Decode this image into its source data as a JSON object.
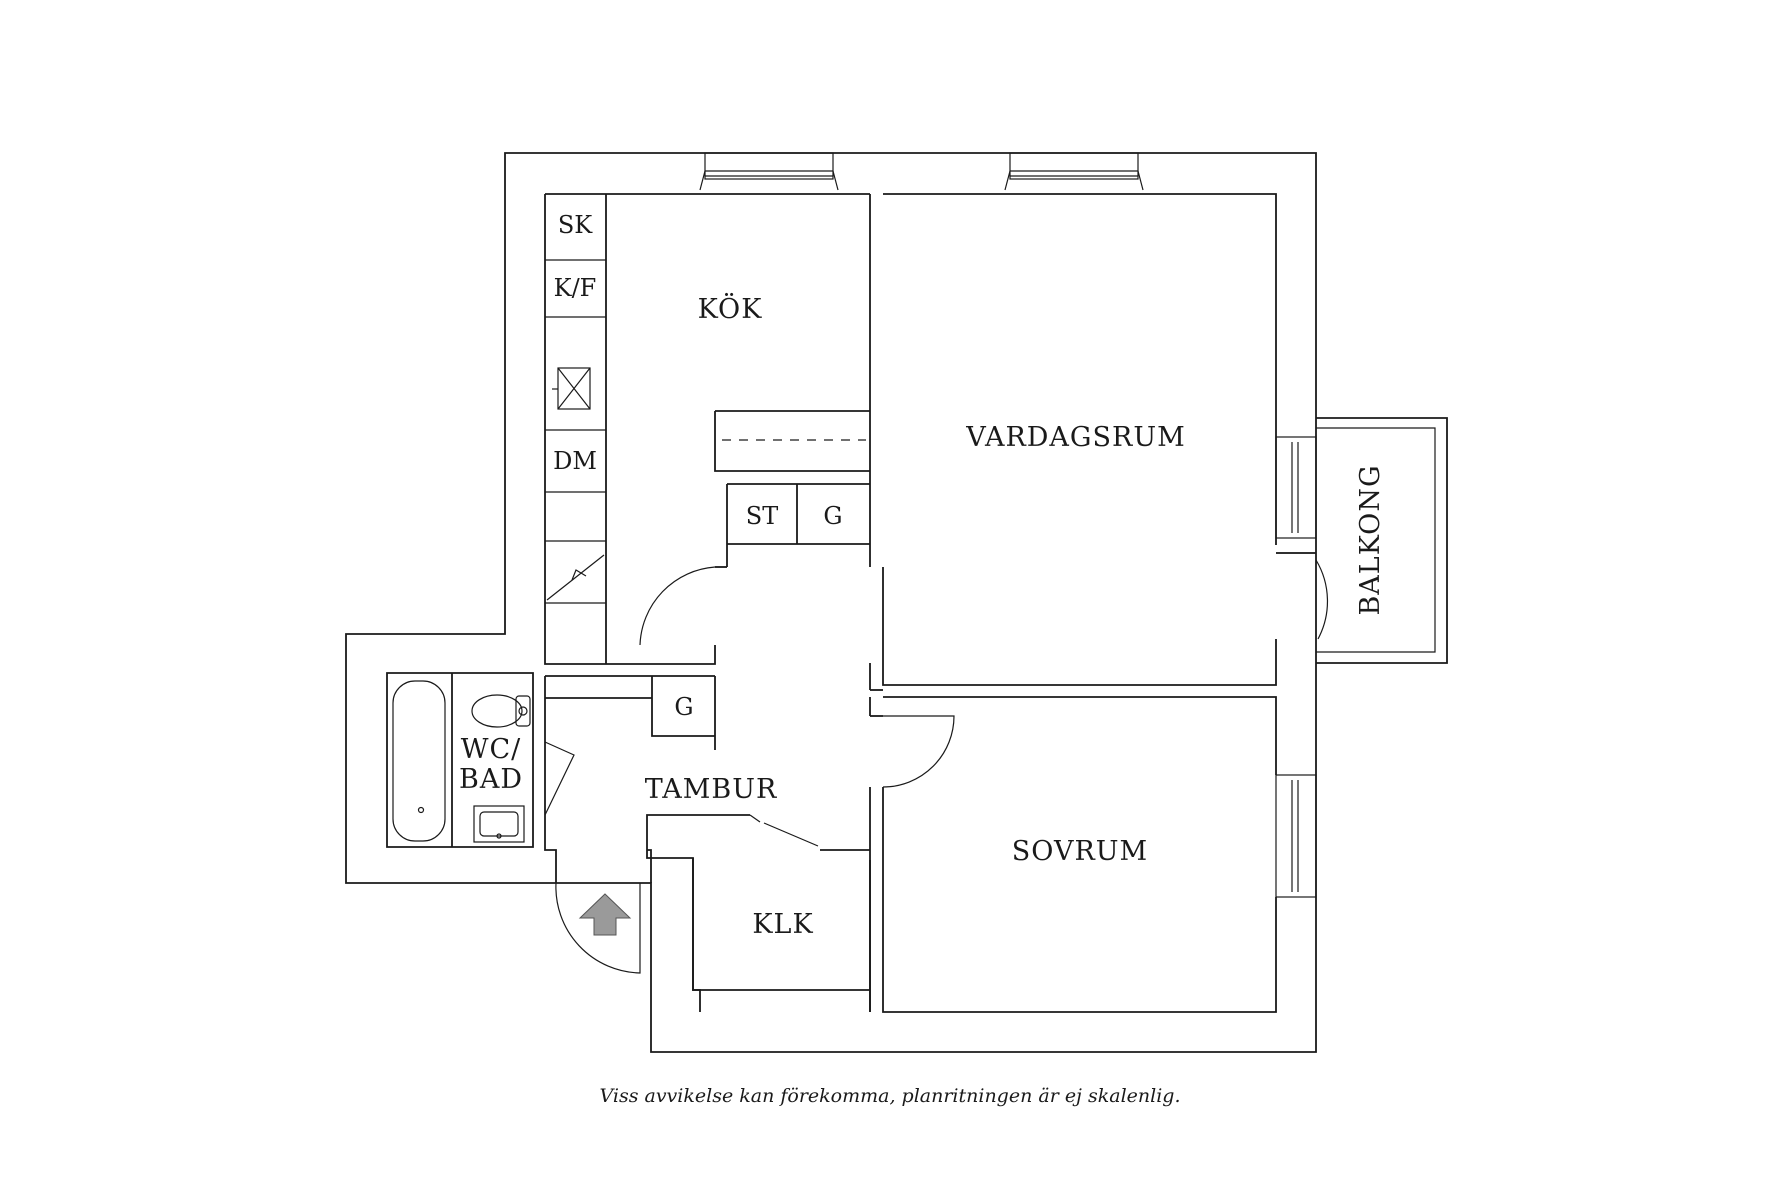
{
  "rooms": {
    "kok": "KÖK",
    "vardagsrum": "VARDAGSRUM",
    "balkong": "BALKONG",
    "sovrum": "SOVRUM",
    "tambur": "TAMBUR",
    "klk": "KLK",
    "wc_line1": "WC/",
    "wc_line2": "BAD"
  },
  "fixtures": {
    "sk": "SK",
    "kf": "K/F",
    "dm": "DM",
    "st": "ST",
    "g_kitchen": "G",
    "g_hall": "G"
  },
  "disclaimer": "Viss avvikelse kan förekomma, planritningen är ej skalenlig."
}
